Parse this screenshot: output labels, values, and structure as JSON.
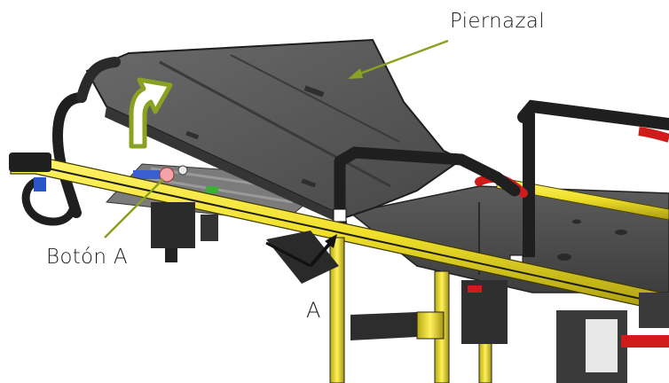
{
  "labels": {
    "leg_rest": "Piernazal",
    "button_a": "Botón A",
    "point_a": "A"
  },
  "colors": {
    "arrow_green": "#8aa221",
    "frame_yellow": "#f0e02a",
    "panel_gray": "#5a5a5a",
    "handle_black": "#1f1f1f",
    "accent_red": "#d01b1b",
    "button_pink": "#f5a3a8"
  },
  "icons": {
    "lift_direction": "curved-up-arrow-icon",
    "pointer": "leader-line-arrow-icon"
  }
}
